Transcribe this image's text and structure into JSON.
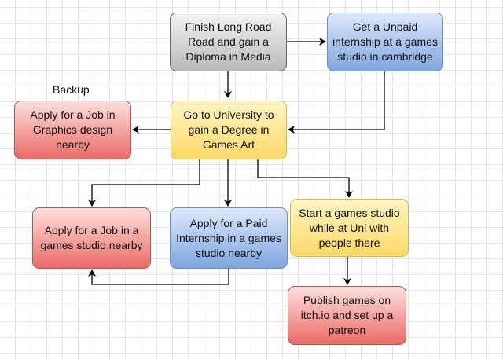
{
  "nodes": {
    "finish_long_road": {
      "text": "Finish Long Road\nRoad and gain a\nDiploma in Media",
      "style": "gray"
    },
    "unpaid_internship": {
      "text": "Get a Unpaid\ninternship at a games\nstudio in cambridge",
      "style": "blue"
    },
    "university": {
      "text": "Go to University to\ngain a Degree in\nGames Art",
      "style": "yellow"
    },
    "graphics_job": {
      "text": "Apply for a Job in\nGraphics design\nnearby",
      "style": "red"
    },
    "games_job": {
      "text": "Apply for a Job in a\ngames studio nearby",
      "style": "red"
    },
    "paid_internship": {
      "text": "Apply for a Paid\nInternship in a games\nstudio nearby",
      "style": "blue"
    },
    "start_studio": {
      "text": "Start a games studio\nwhile at Uni with\npeople there",
      "style": "yellow"
    },
    "publish_games": {
      "text": "Publish games on\nitch.io and set up a\npatreon",
      "style": "red"
    }
  },
  "labels": {
    "backup": "Backup"
  },
  "colors": {
    "gray": "#b9b9b9",
    "blue": "#7ea6e0",
    "yellow": "#ffd966",
    "red": "#ea6b66",
    "edge": "#000000",
    "grid": "#e6e6e6"
  },
  "edges": [
    {
      "from": "finish_long_road",
      "to": "unpaid_internship"
    },
    {
      "from": "finish_long_road",
      "to": "university"
    },
    {
      "from": "unpaid_internship",
      "to": "university"
    },
    {
      "from": "university",
      "to": "graphics_job"
    },
    {
      "from": "university",
      "to": "games_job"
    },
    {
      "from": "university",
      "to": "paid_internship"
    },
    {
      "from": "university",
      "to": "start_studio"
    },
    {
      "from": "paid_internship",
      "to": "games_job"
    },
    {
      "from": "start_studio",
      "to": "publish_games"
    }
  ]
}
